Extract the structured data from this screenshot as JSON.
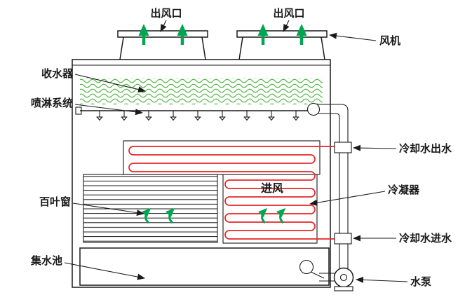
{
  "labels": {
    "air_outlet_left": "出风口",
    "air_outlet_right": "出风口",
    "fan": "风机",
    "water_collector": "收水器",
    "spray_system": "喷淋系统",
    "cooling_water_outlet": "冷却水出水",
    "louver": "百叶窗",
    "air_inlet": "进风",
    "condenser": "冷凝器",
    "cooling_water_inlet": "冷却水进水",
    "water_basin": "集水池",
    "water_pump": "水泵"
  },
  "colors": {
    "outline": "#1a1a1a",
    "coil_red": "#e8262a",
    "air_green": "#00a650",
    "eliminator_green": "#55b848"
  }
}
